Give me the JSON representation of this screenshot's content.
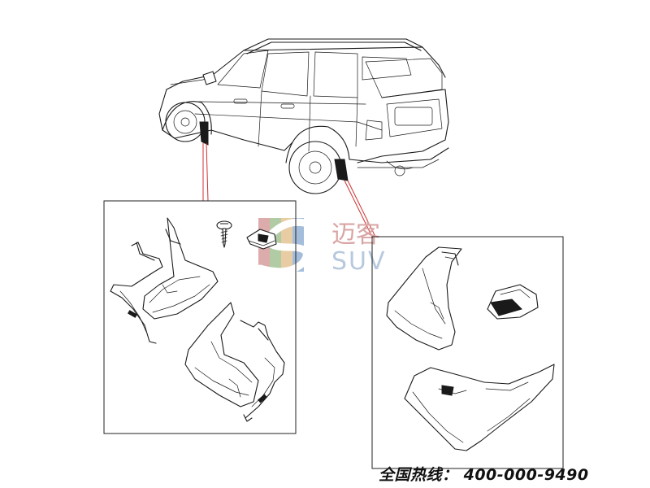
{
  "watermark": {
    "cn": "迈客",
    "en": "SUV",
    "colors": {
      "red": "#d9a4a4",
      "green": "#a9c79c",
      "gold": "#e6c79a",
      "blue": "#9bb6d6"
    }
  },
  "hotline": "全国热线： 400-000-9490",
  "colors": {
    "ink": "#1a1a1a",
    "leader": "#d03030",
    "background": "#ffffff"
  }
}
